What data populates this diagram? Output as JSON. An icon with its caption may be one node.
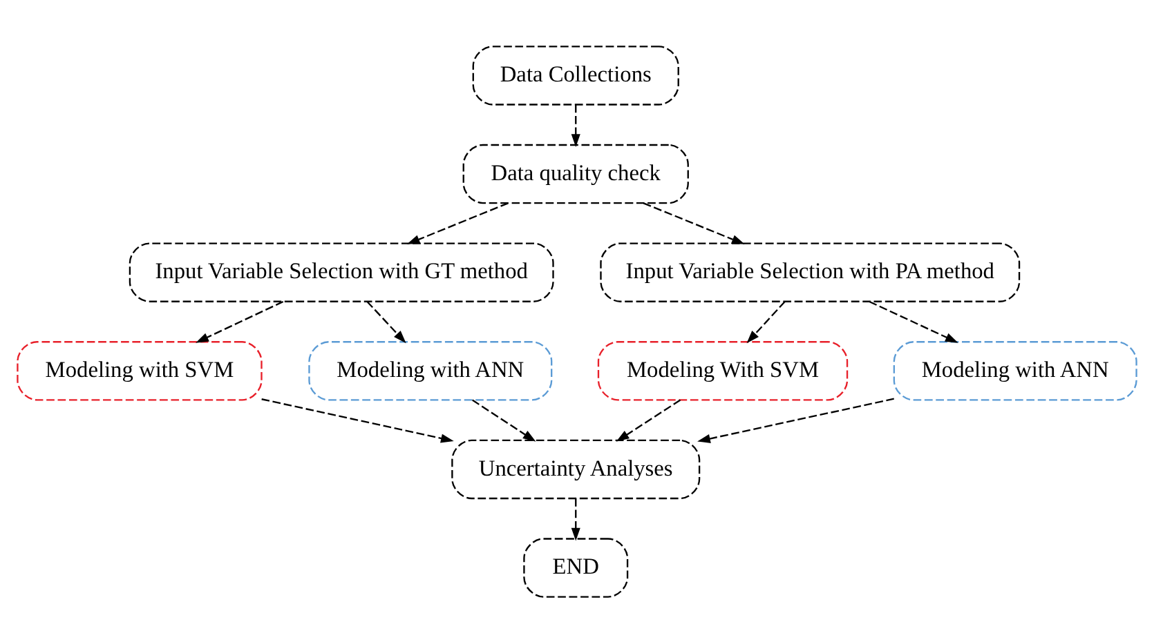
{
  "diagram": {
    "nodes": [
      {
        "text": [
          "Data Collections"
        ]
      },
      {
        "text": [
          "Data quality check"
        ]
      },
      {
        "text": [
          "Input Variable Selection with GT method"
        ]
      },
      {
        "text": [
          "Input Variable Selection with PA method"
        ]
      },
      {
        "text": [
          "Modeling with SVM"
        ]
      },
      {
        "text": [
          "Modeling With SVM"
        ]
      },
      {
        "text": [
          "Modeling with ANN"
        ]
      },
      {
        "text": [
          "Modeling with ANN"
        ]
      },
      {
        "text": [
          "Uncertainty Analyses"
        ]
      },
      {
        "text": [
          "END"
        ]
      }
    ],
    "edges": [
      {
        "from": 0,
        "to": 1,
        "arrow": "to",
        "style": "dashed"
      },
      {
        "from": 1,
        "to": 2,
        "arrow": "to",
        "style": "dashed"
      },
      {
        "from": 1,
        "to": 3,
        "arrow": "to",
        "style": "dashed"
      },
      {
        "from": 2,
        "to": 4,
        "arrow": "to",
        "style": "dashed"
      },
      {
        "from": 2,
        "to": 6,
        "arrow": "to",
        "style": "dashed"
      },
      {
        "from": 3,
        "to": 5,
        "arrow": "to",
        "style": "dashed"
      },
      {
        "from": 3,
        "to": 7,
        "arrow": "to",
        "style": "dashed"
      },
      {
        "from": 4,
        "to": 8,
        "arrow": "to",
        "style": "dashed"
      },
      {
        "from": 6,
        "to": 8,
        "arrow": "to",
        "style": "dashed"
      },
      {
        "from": 7,
        "to": 8,
        "arrow": "to",
        "style": "dashed"
      },
      {
        "from": 5,
        "to": 8,
        "arrow": "to",
        "style": "dashed"
      },
      {
        "from": 8,
        "to": 9,
        "arrow": "to",
        "style": "dashed"
      }
    ]
  }
}
